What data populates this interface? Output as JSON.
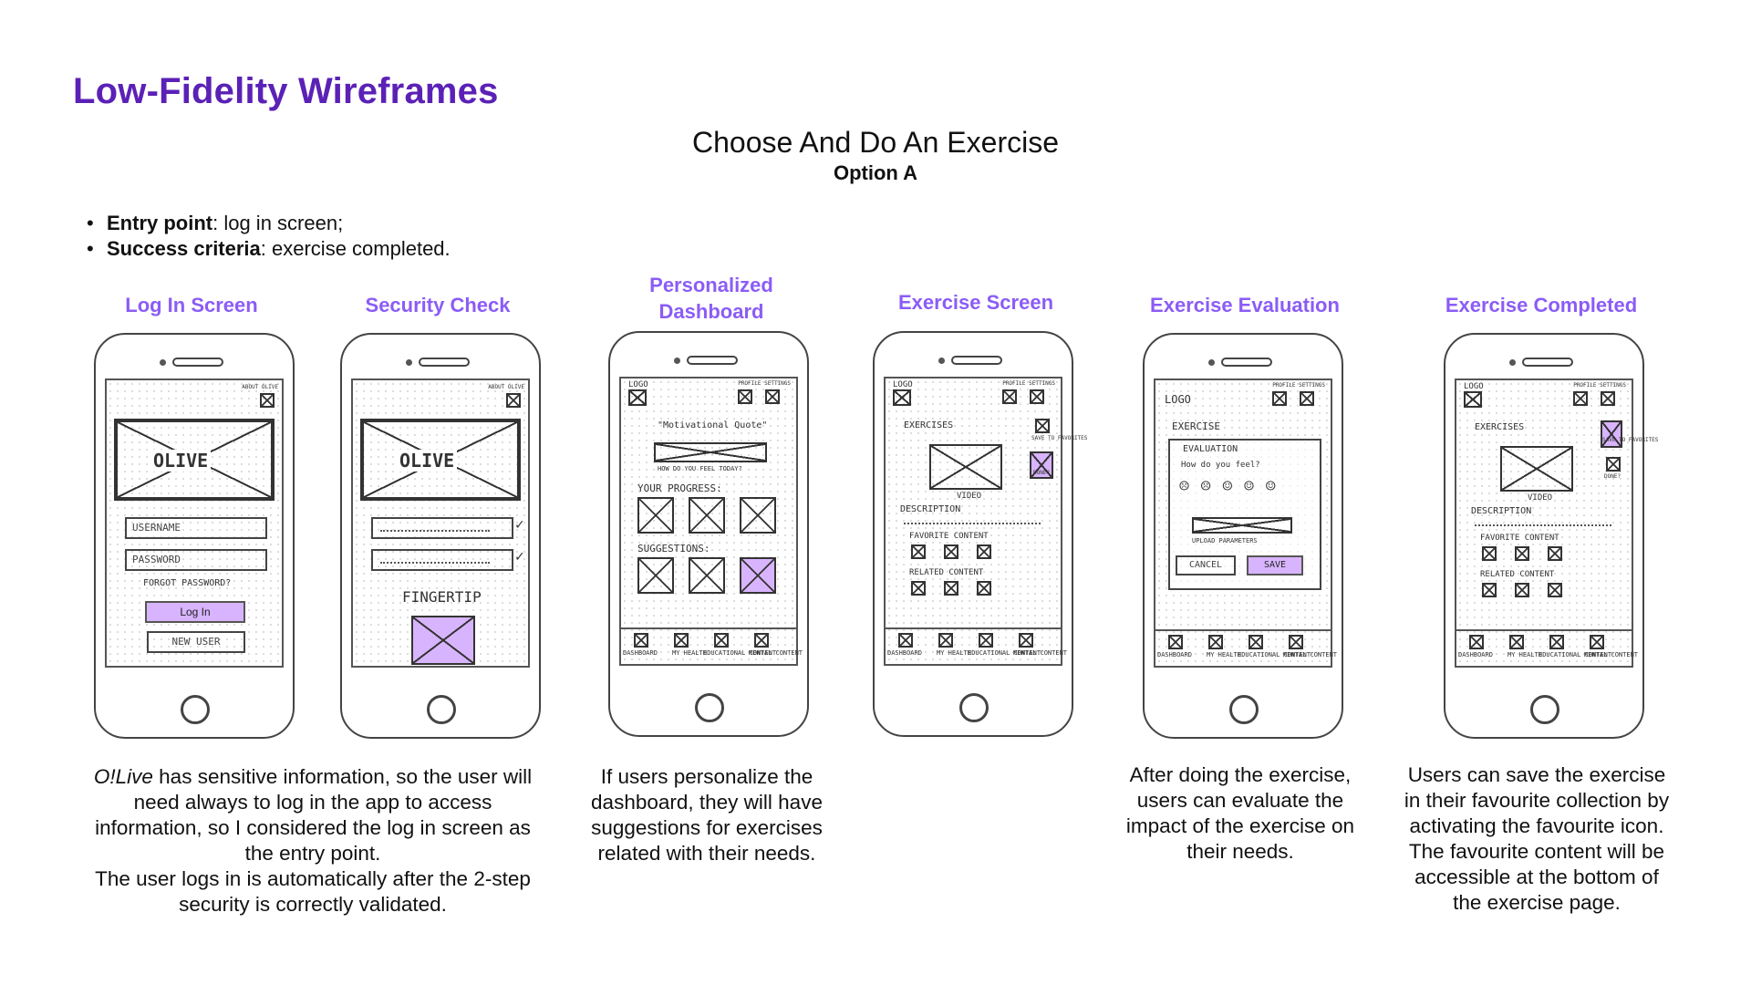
{
  "header": {
    "title": "Low-Fidelity Wireframes",
    "flow_title": "Choose And  Do An Exercise",
    "flow_subtitle": "Option A"
  },
  "criteria": [
    {
      "label": "Entry point",
      "text": ": log in screen;"
    },
    {
      "label": "Success criteria",
      "text": ": exercise completed."
    }
  ],
  "screens": [
    {
      "title": "Log In Screen"
    },
    {
      "title": "Security Check"
    },
    {
      "title": "Personalized Dashboard"
    },
    {
      "title": "Exercise Screen"
    },
    {
      "title": "Exercise Evaluation"
    },
    {
      "title": "Exercise Completed"
    }
  ],
  "captions": {
    "login_brand": "O!Live",
    "login_rest": " has sensitive information, so the user will need always to log in the app to access information, so I considered the log in screen as the entry point.",
    "login_second": "The user logs in is automatically after the 2-step security is correctly validated.",
    "dashboard": "If users personalize the dashboard, they will have suggestions for exercises related with their needs.",
    "evaluation": "After doing the exercise, users can evaluate the impact of the exercise on their needs.",
    "completed_1": "Users can save the exercise in their favourite collection by activating the favourite icon.",
    "completed_2": "The favourite content will be accessible at the bottom of the exercise page."
  },
  "sketch": {
    "about": "ABOUT OLIVE",
    "olive": "OLIVE",
    "username": "USERNAME",
    "password": "PASSWORD",
    "forgot": "FORGOT PASSWORD?",
    "login_btn": "Log In",
    "new_user": "NEW USER",
    "fingertip": "FINGERTIP",
    "logo": "LOGO",
    "profile_settings": "PROFILE SETTINGS",
    "quote": "\"Motivational Quote\"",
    "how_feel": "HOW DO YOU FEEL TODAY?",
    "your_progress": "YOUR PROGRESS:",
    "suggestions": "SUGGESTIONS:",
    "exercises": "EXERCISES",
    "save_fav": "SAVE TO FAVORITES",
    "done": "DONE?",
    "video": "VIDEO",
    "description": "DESCRIPTION",
    "favorite_content": "FAVORITE CONTENT",
    "related_content": "RELATED CONTENT",
    "exercise": "EXERCISE",
    "evaluation": "EVALUATION",
    "how_feel_q": "How do you feel?",
    "upload": "UPLOAD PARAMETERS",
    "cancel": "CANCEL",
    "save": "SAVE",
    "nav": [
      "DASHBOARD",
      "MY HEALTH",
      "EDUCATIONAL CONTENT",
      "MENTAL CONTENT"
    ],
    "faces": "☹ ☹ ☺ ☺ ☺"
  },
  "colors": {
    "heading": "#5b21b6",
    "screen_title": "#8b5cf6",
    "highlight": "#d8b4fe"
  }
}
